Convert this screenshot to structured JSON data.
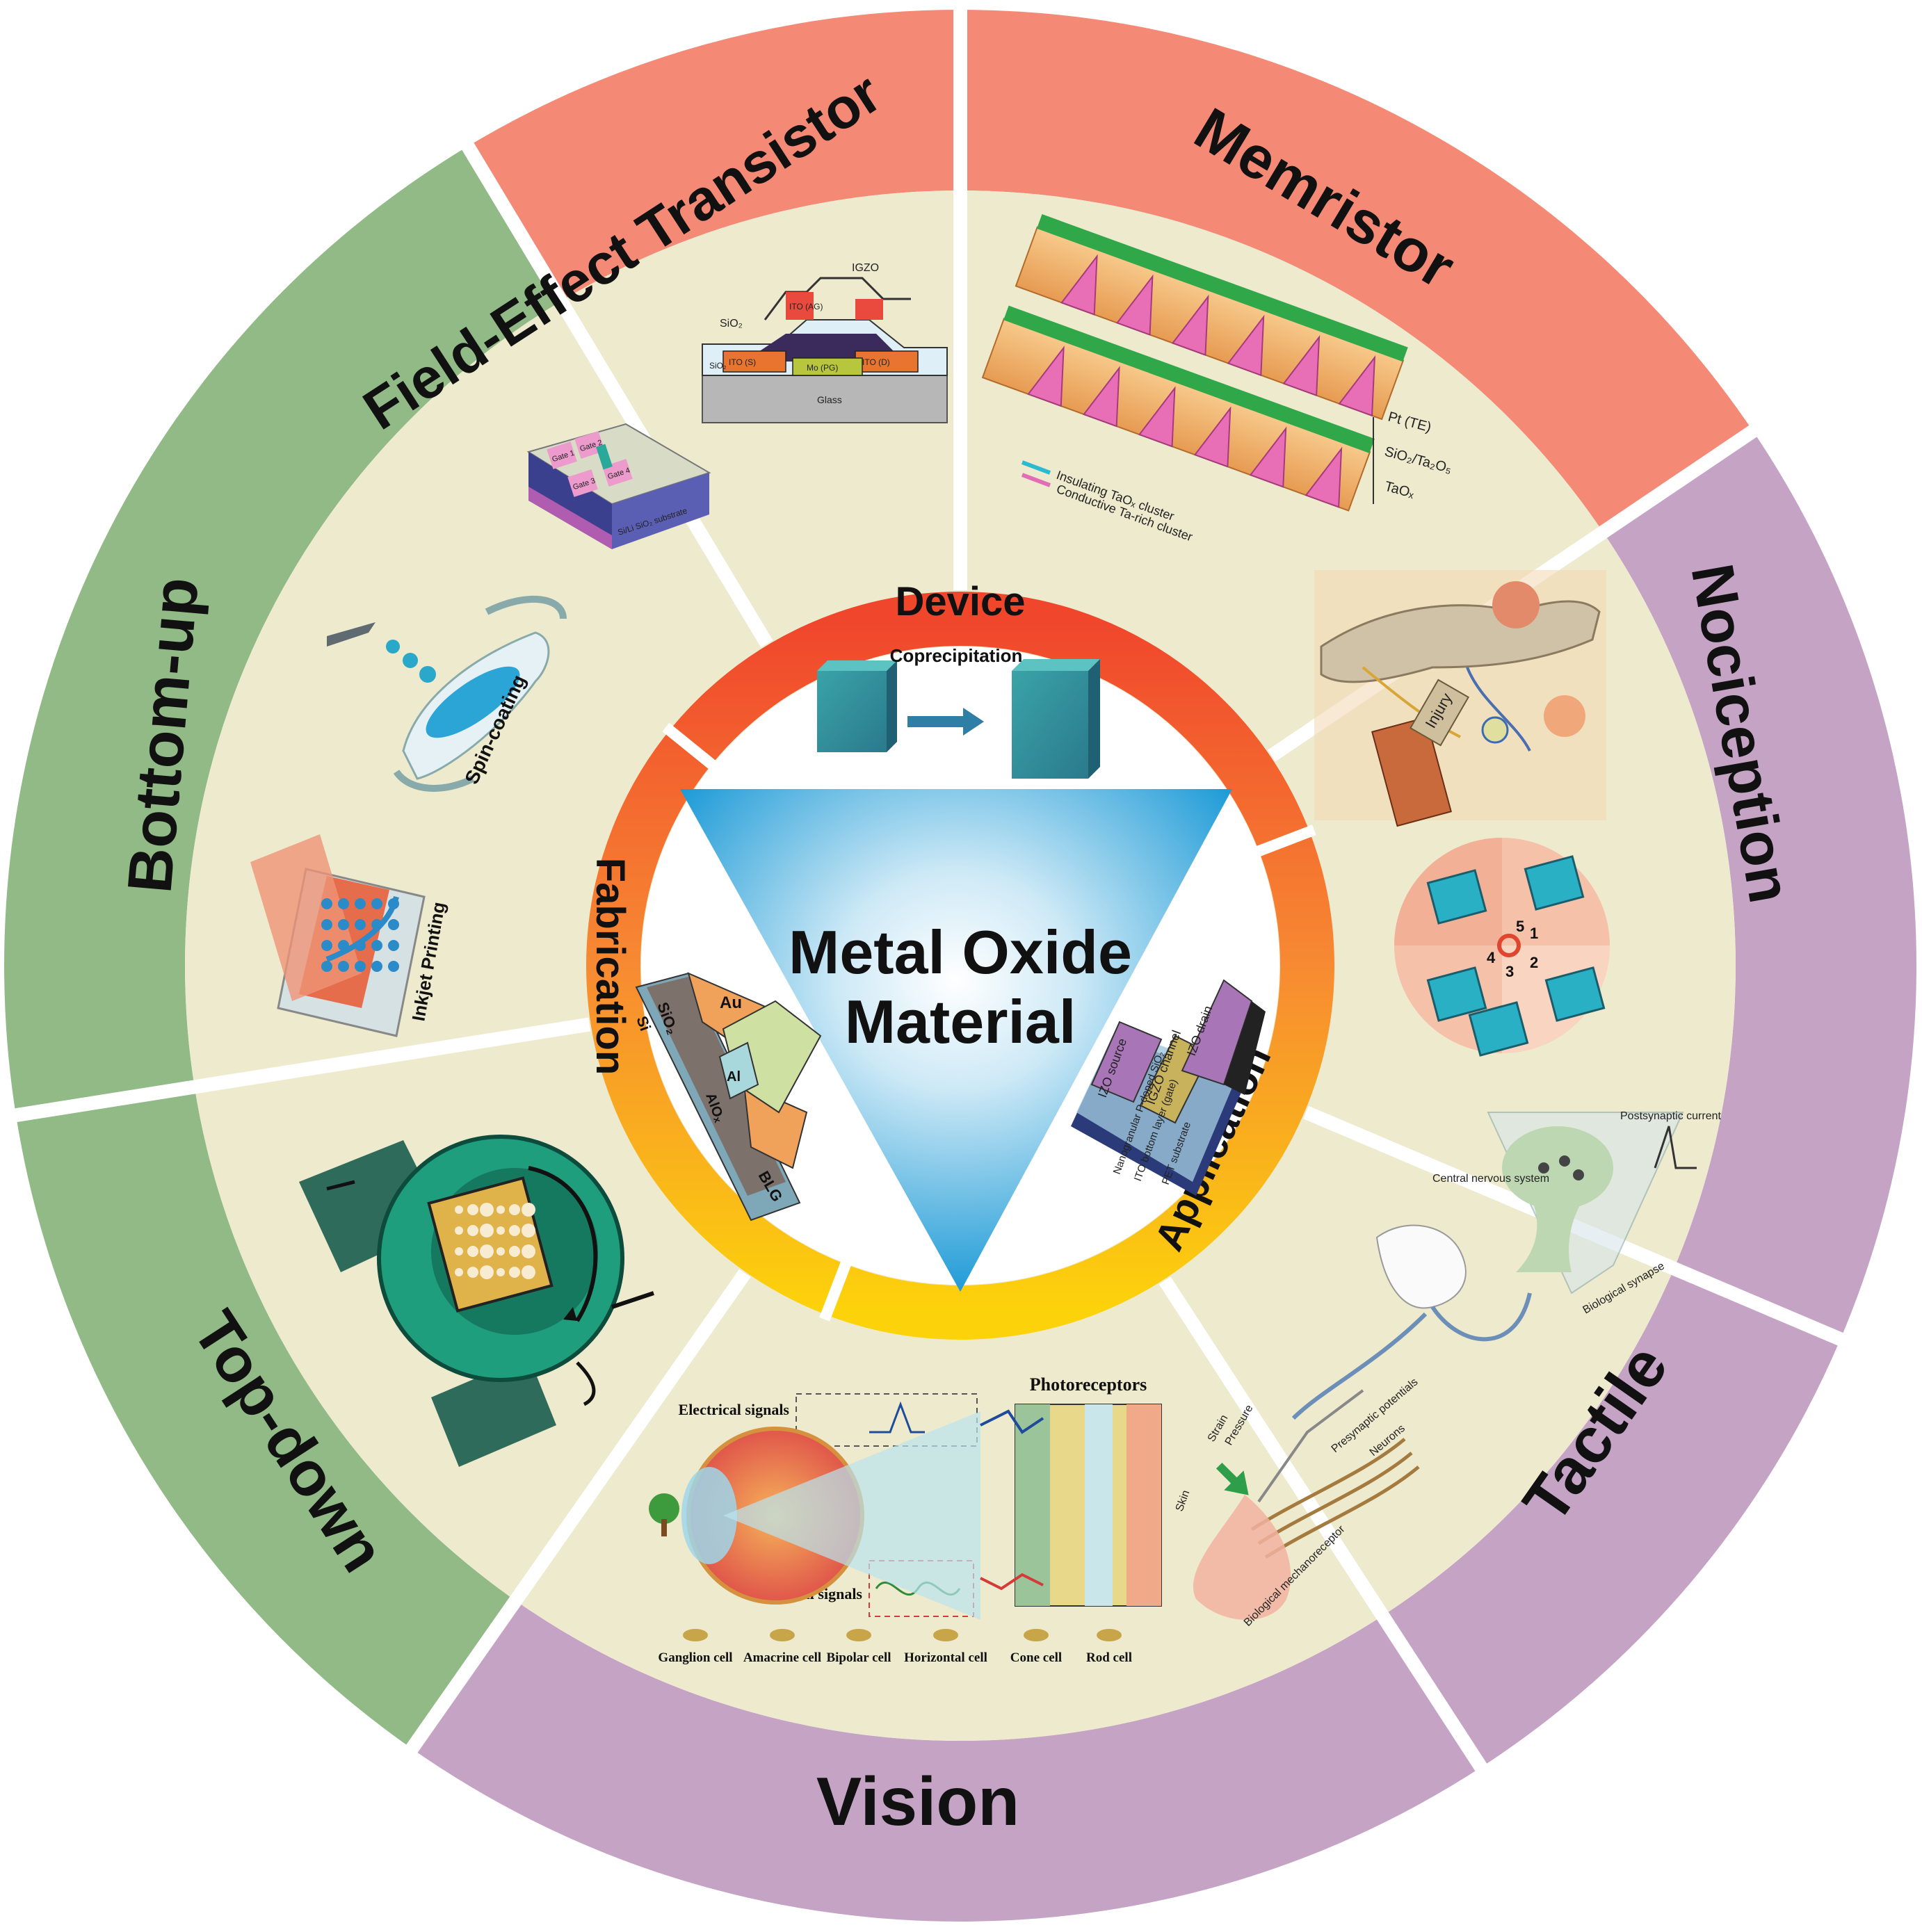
{
  "center": {
    "line1": "Metal Oxide",
    "line2": "Material"
  },
  "ring": {
    "device": "Device",
    "fabrication": "Fabrication",
    "application": "Application",
    "coprecipitation": "Coprecipitation"
  },
  "sectors": {
    "fet": "Field-Effect Transistor",
    "memristor": "Memristor",
    "nociception": "Nociception",
    "tactile": "Tactile",
    "vision": "Vision",
    "topdown": "Top-down",
    "bottomup": "Bottom-up"
  },
  "fabrication_labels": {
    "spin": "Spin-coating",
    "inkjet": "Inkjet Printing"
  },
  "fet_labels": {
    "igzo": "IGZO",
    "sio2": "SiO₂",
    "ito_ag": "ITO (AG)",
    "ito_s": "ITO (S)",
    "ito_d": "ITO (D)",
    "mo_pg": "Mo (PG)",
    "glass": "Glass",
    "sio2b": "SiO₂",
    "gate1": "Gate 1",
    "gate2": "Gate 2",
    "gate3": "Gate 3",
    "gate4": "Gate 4",
    "substrate": "Si/Li SiO₂ substrate"
  },
  "memristor_labels": {
    "pt": "Pt (TE)",
    "sio": "SiO₂/Ta₂O₅",
    "tao": "TaOₓ",
    "legend1": "Insulating TaOₓ cluster",
    "legend2": "Conductive Ta-rich cluster"
  },
  "fab_device_labels": {
    "au": "Au",
    "si": "Si",
    "sio2": "SiO₂",
    "al": "Al",
    "alox": "AlOₓ",
    "blg": "BLG"
  },
  "app_device_labels": {
    "izo_drain": "IZO drain",
    "izo_source": "IZO source",
    "igzo_channel": "IGZO channel",
    "layer1": "Nanogranular P-doped SiO₂",
    "layer2": "ITO bottom layer (gate)",
    "layer3": "PET substrate"
  },
  "tactile_labels": {
    "cns": "Central nervous system",
    "post": "Postsynaptic current",
    "synapse": "Biological synapse",
    "pre": "Presynaptic potentials",
    "neurons": "Neurons",
    "strain": "Strain",
    "pressure": "Pressure",
    "skin": "Skin",
    "mech": "Biological mechanoreceptor"
  },
  "noci_labels": {
    "injury": "Injury",
    "n1": "1",
    "n2": "2",
    "n3": "3",
    "n4": "4",
    "n5": "5"
  },
  "vision_labels": {
    "electrical": "Electrical signals",
    "optical": "Optical signals",
    "photoreceptors": "Photoreceptors",
    "cells": [
      "Ganglion cell",
      "Amacrine cell",
      "Bipolar cell",
      "Horizontal cell",
      "Cone cell",
      "Rod cell"
    ]
  },
  "colors": {
    "outer_device": "#f48a75",
    "outer_application": "#c4a3c4",
    "outer_fabrication": "#91ba87",
    "cream": "#eeeacd",
    "center_blue": "#29a3dc"
  }
}
